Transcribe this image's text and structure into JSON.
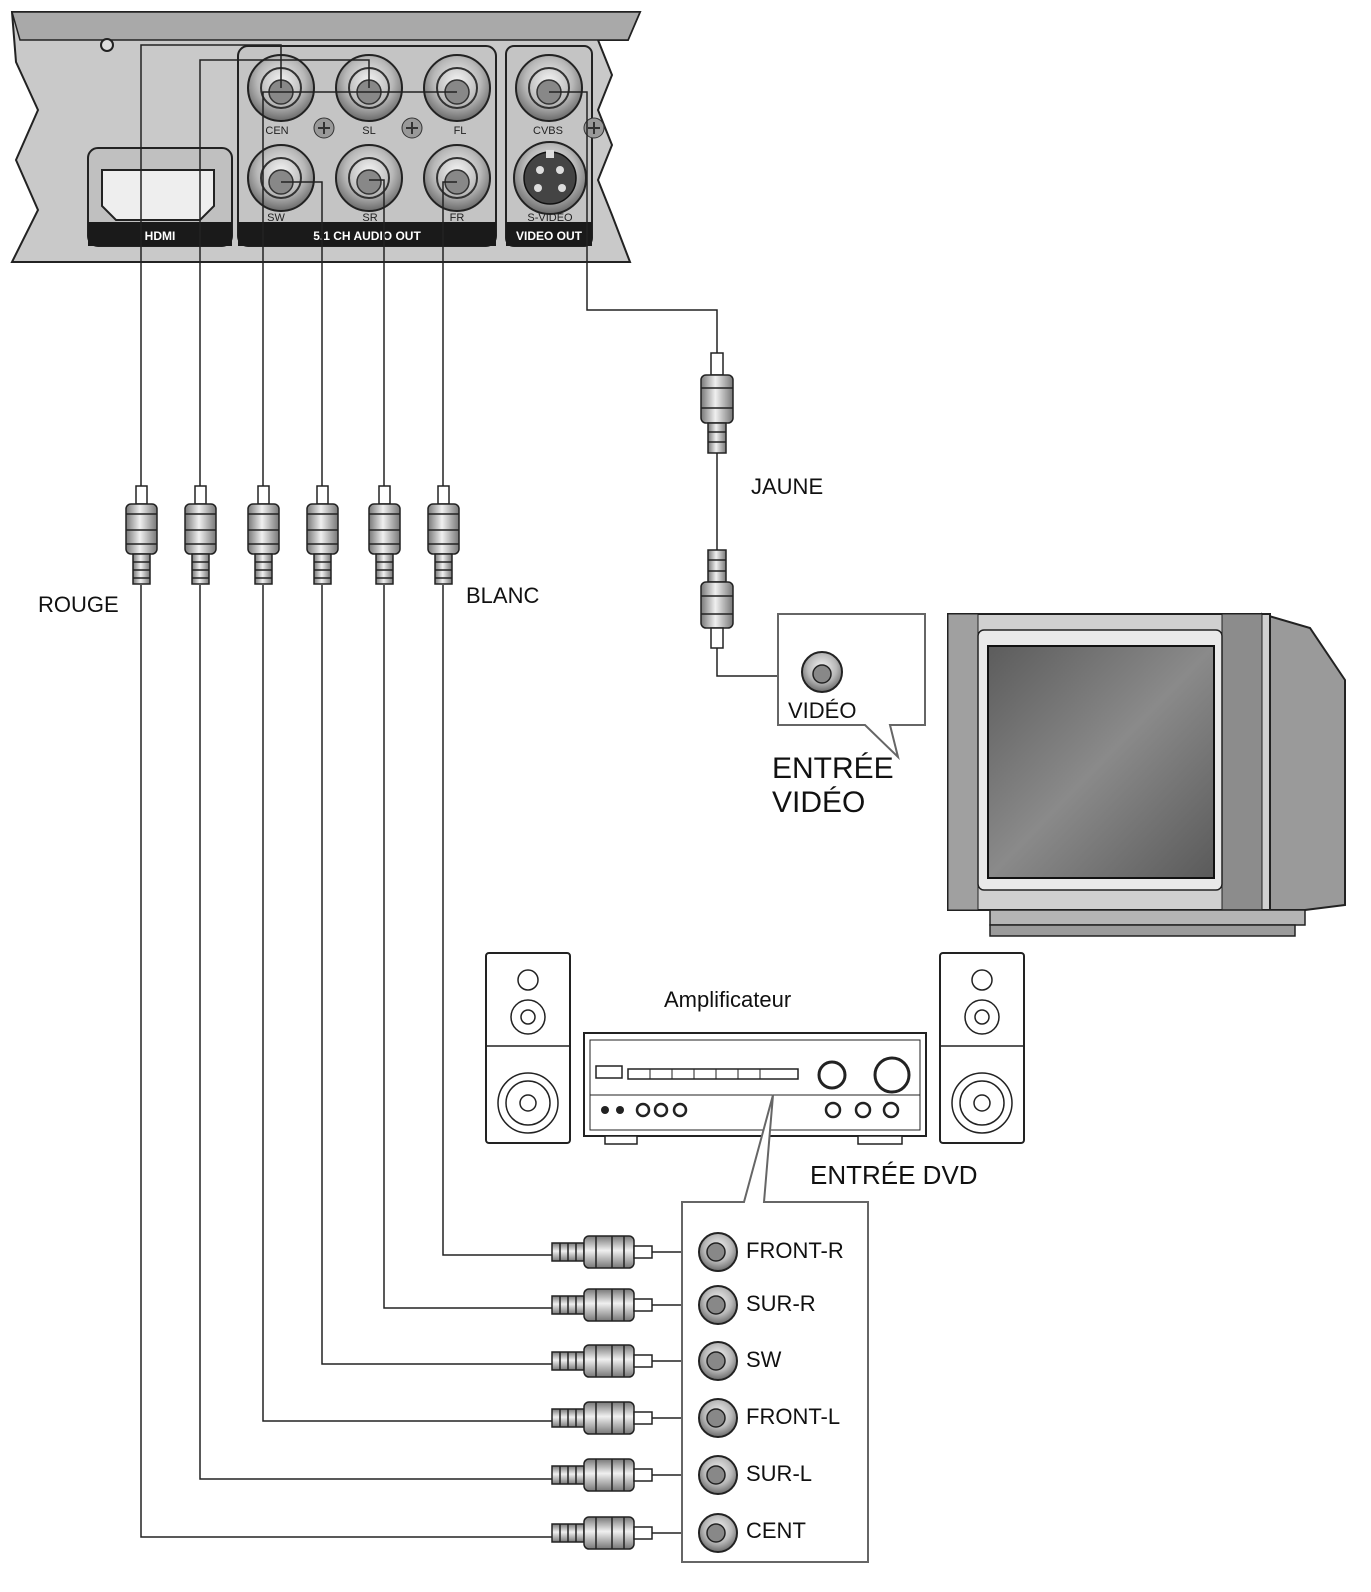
{
  "player": {
    "jacks": {
      "cen": "CEN",
      "sl": "SL",
      "fl": "FL",
      "sw": "SW",
      "sr": "SR",
      "fr": "FR",
      "cvbs": "CVBS",
      "svideo": "S-VIDEO"
    },
    "sections": {
      "hdmi": "HDMI",
      "audio": "5.1 CH AUDIO OUT",
      "video": "VIDEO OUT"
    }
  },
  "cable_labels": {
    "red": "ROUGE",
    "white": "BLANC",
    "yellow": "JAUNE"
  },
  "tv": {
    "jack_label": "VIDÉO",
    "input_line1": "ENTRÉE",
    "input_line2": "VIDÉO"
  },
  "amplifier": {
    "title": "Amplificateur",
    "input_title": "ENTRÉE DVD",
    "inputs": [
      "FRONT-R",
      "SUR-R",
      "SW",
      "FRONT-L",
      "SUR-L",
      "CENT"
    ]
  },
  "colors": {
    "panel": "#c8c8c8",
    "panel_dark": "#1a1a1a",
    "line": "#222222",
    "screen": "#7a7a7a"
  }
}
